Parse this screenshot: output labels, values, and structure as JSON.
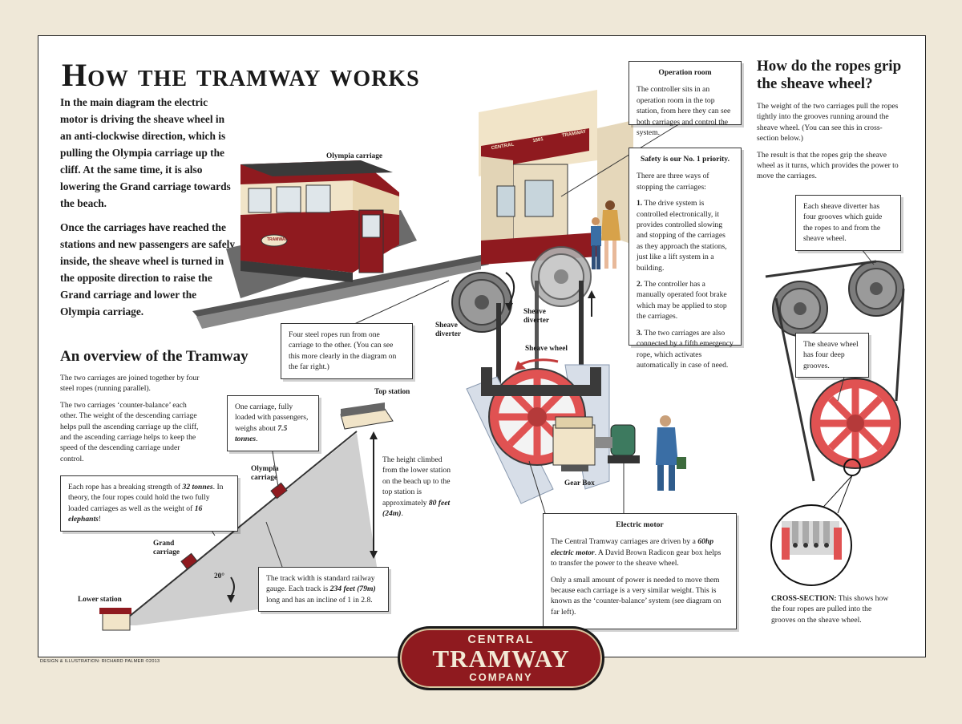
{
  "title": "How the tramway works",
  "intro": [
    "In the main diagram the electric motor is driving the sheave wheel in an anti-clockwise direction, which is pulling the Olympia carriage up the cliff. At the same time, it is also lowering the Grand carriage towards the beach.",
    "Once the carriages have reached the stations and new passengers are safely inside, the sheave wheel is turned in the opposite direction to raise the Grand carriage and lower the Olympia carriage."
  ],
  "overview": {
    "heading": "An overview of the Tramway",
    "p1": "The two carriages are joined together by four steel ropes (running parallel).",
    "p2": "The two carriages ‘counter-balance’ each other. The weight of the descending carriage helps pull the ascending carriage up the cliff, and the ascending carriage helps to keep the speed of the descending carriage under control."
  },
  "callouts": {
    "weight": {
      "pre": "One carriage, fully loaded with passengers, weighs about ",
      "value": "7.5 tonnes",
      "post": "."
    },
    "rope": {
      "pre": "Each rope has a breaking strength of ",
      "value1": "32 tonnes",
      "mid": ". In theory, the four ropes could hold the two fully loaded carriages as well as the weight of ",
      "value2": "16 elephants",
      "post": "!"
    },
    "height": {
      "pre": "The height climbed from the lower station on the beach up to the top station is approximately ",
      "value": "80 feet (24m)",
      "post": "."
    },
    "track": {
      "pre": "The track width is standard railway gauge. Each track is ",
      "value": "234 feet (79m)",
      "post": " long and has an incline of 1 in 2.8."
    },
    "steel_ropes": "Four steel ropes run from one carriage to the other. (You can see this more clearly in the diagram on the far right.)",
    "operation": {
      "heading": "Operation room",
      "text": "The controller sits in an operation room in the top station, from here they can see both carriages and control the system."
    },
    "safety": {
      "heading": "Safety is our No. 1 priority.",
      "intro": "There are three ways of stopping the carriages:",
      "items": [
        {
          "num": "1.",
          "text": " The drive system is controlled electronically, it provides controlled slowing and stopping of the carriages as they approach the stations, just like a lift system in a building."
        },
        {
          "num": "2.",
          "text": " The controller has a manually operated foot brake which may be applied to stop the carriages."
        },
        {
          "num": "3.",
          "text": " The two carriages are also connected by a fifth emergency rope, which activates automatically in case of need."
        }
      ]
    },
    "motor": {
      "heading": "Electric motor",
      "p1_pre": "The Central Tramway carriages are driven by a ",
      "p1_value": "60hp electric motor",
      "p1_post": ". A David Brown Radicon gear box helps to transfer the power to the sheave wheel.",
      "p2": "Only a small amount of power is needed to move them because each carriage is a very similar weight. This is known as the ‘counter-balance’ system (see diagram on far left)."
    },
    "diverter_grooves": "Each sheave diverter has four grooves which guide the ropes to and from the sheave wheel.",
    "wheel_grooves": "The sheave wheel has four deep grooves."
  },
  "ropes_section": {
    "heading": "How do the ropes grip the sheave wheel?",
    "p1": "The weight of the two carriages pull the ropes tightly into the grooves running around the sheave wheel. (You can see this in cross-section below.)",
    "p2": "The result is that the ropes grip the sheave wheel as it turns, which provides the power to move the carriages.",
    "cross_label": "CROSS-SECTION:",
    "cross_text": " This shows how the four ropes are pulled into the grooves on the sheave wheel."
  },
  "labels": {
    "olympia_main": "Olympia carriage",
    "top_station": "Top station",
    "olympia_small": "Olympia carriage",
    "grand": "Grand carriage",
    "lower_station": "Lower station",
    "angle": "20°",
    "sheave_diverter_left": "Sheave diverter",
    "sheave_diverter_right": "Sheave diverter",
    "sheave_wheel": "Sheave wheel",
    "gear_box": "Gear Box",
    "sign_left": "CENTRAL",
    "sign_mid": "1881",
    "sign_right": "TRAMWAY",
    "carriage_badge": "TRAMWAY"
  },
  "credit": "DESIGN & ILLUSTRATION: RICHARD PALMER ©2013",
  "logo": {
    "line1": "CENTRAL",
    "line2": "TRAMWAY",
    "line3": "COMPANY"
  },
  "colors": {
    "tram_red": "#8f1a1f",
    "wheel_red": "#e05252",
    "cream": "#f1e4c8",
    "grey": "#7a7a7a"
  }
}
